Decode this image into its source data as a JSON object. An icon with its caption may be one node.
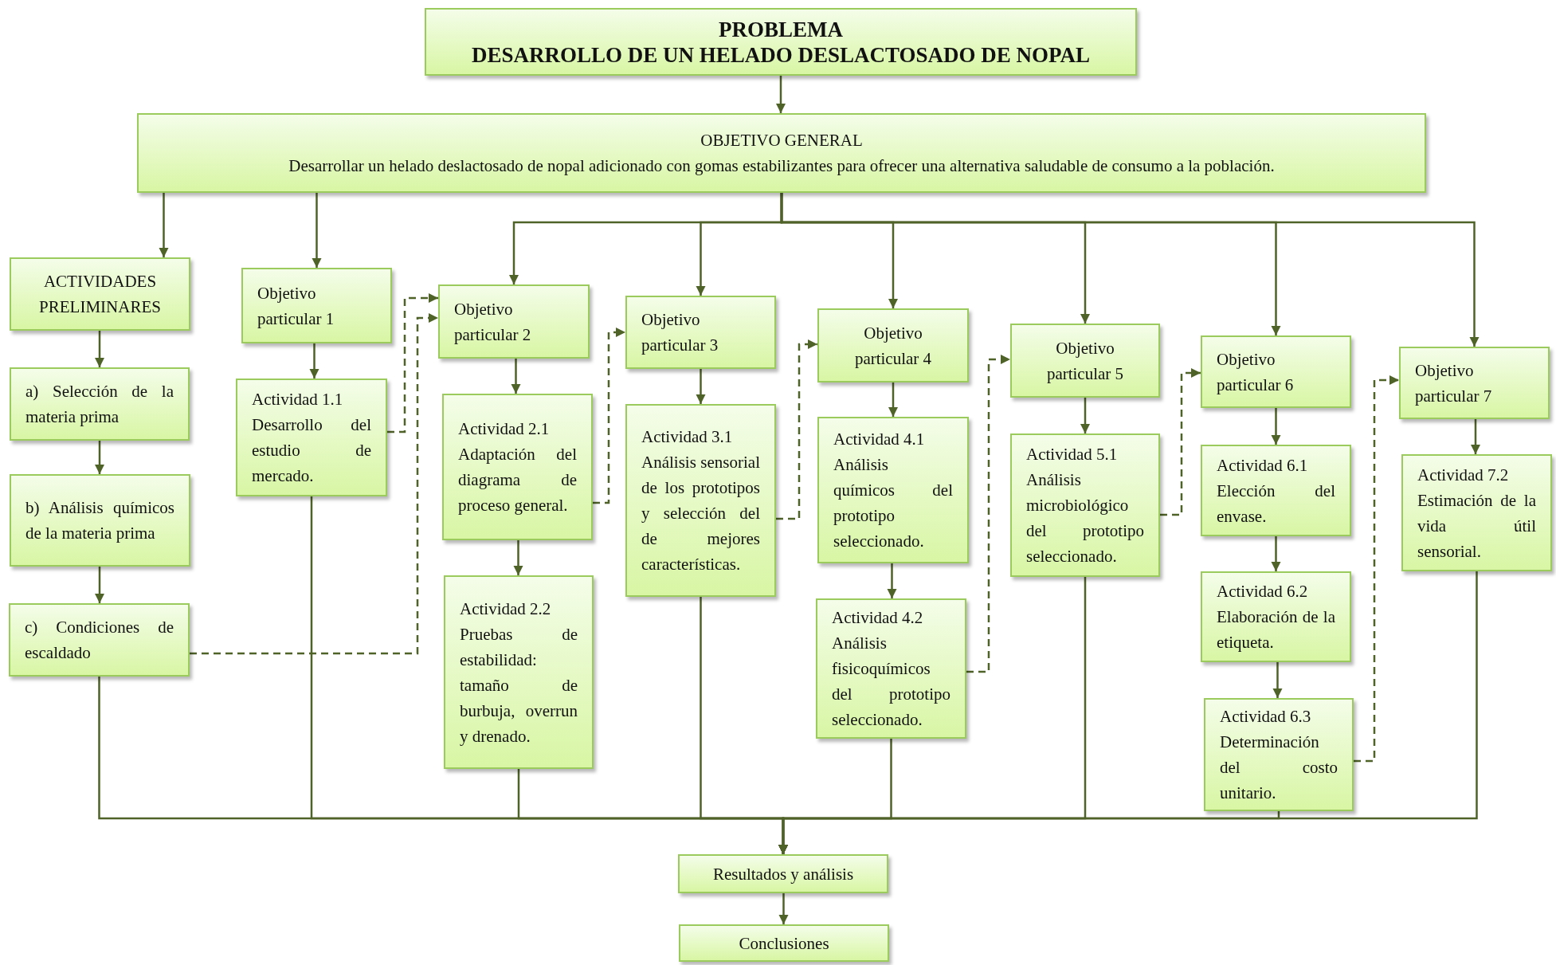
{
  "diagram": {
    "nodes": [
      {
        "text": [
          "PROBLEMA",
          "DESARROLLO DE UN HELADO DESLACTOSADO DE NOPAL"
        ]
      },
      {
        "text": [
          "OBJETIVO GENERAL",
          "Desarrollar un helado deslactosado de nopal adicionado con gomas estabilizantes para ofrecer una alternativa saludable de consumo a la población."
        ]
      },
      {
        "text": [
          "ACTIVIDADES PRELIMINARES"
        ]
      },
      {
        "text": [
          "a) Selección de la materia prima"
        ]
      },
      {
        "text": [
          "b) Análisis químicos de la materia prima"
        ]
      },
      {
        "text": [
          "c) Condiciones de escaldado"
        ]
      },
      {
        "text": [
          "Objetivo particular 1"
        ]
      },
      {
        "text": [
          "Actividad 1.1",
          "Desarrollo del estudio de mercado."
        ]
      },
      {
        "text": [
          "Objetivo particular 2"
        ]
      },
      {
        "text": [
          "Actividad 2.1",
          "Adaptación del diagrama de proceso general."
        ]
      },
      {
        "text": [
          "Actividad 2.2",
          "Pruebas de estabilidad: tamaño de burbuja, overrun y drenado."
        ]
      },
      {
        "text": [
          "Objetivo particular 3"
        ]
      },
      {
        "text": [
          "Actividad 3.1",
          "Análisis sensorial de los prototipos y selección del de mejores características."
        ]
      },
      {
        "text": [
          "Objetivo particular 4"
        ]
      },
      {
        "text": [
          "Actividad 4.1",
          "Análisis químicos del prototipo seleccionado."
        ]
      },
      {
        "text": [
          "Actividad 4.2",
          "Análisis fisicoquímicos del prototipo seleccionado."
        ]
      },
      {
        "text": [
          "Objetivo particular 5"
        ]
      },
      {
        "text": [
          "Actividad 5.1",
          "Análisis microbiológico del prototipo seleccionado."
        ]
      },
      {
        "text": [
          "Objetivo particular 6"
        ]
      },
      {
        "text": [
          "Actividad 6.1",
          "Elección del envase."
        ]
      },
      {
        "text": [
          "Actividad 6.2",
          "Elaboración de la etiqueta."
        ]
      },
      {
        "text": [
          "Actividad 6.3",
          "Determinación del costo unitario."
        ]
      },
      {
        "text": [
          "Objetivo particular 7"
        ]
      },
      {
        "text": [
          "Actividad 7.2",
          "Estimación de la vida útil sensorial."
        ]
      },
      {
        "text": [
          "Resultados y análisis"
        ]
      },
      {
        "text": [
          "Conclusiones"
        ]
      }
    ],
    "edges": [
      {
        "from": 0,
        "to": 1,
        "arrow": "to"
      },
      {
        "from": 1,
        "to": 2,
        "arrow": "to"
      },
      {
        "from": 1,
        "to": 6,
        "arrow": "to"
      },
      {
        "from": 1,
        "to": 8,
        "arrow": "to"
      },
      {
        "from": 1,
        "to": 11,
        "arrow": "to"
      },
      {
        "from": 1,
        "to": 13,
        "arrow": "to"
      },
      {
        "from": 1,
        "to": 16,
        "arrow": "to"
      },
      {
        "from": 1,
        "to": 18,
        "arrow": "to"
      },
      {
        "from": 1,
        "to": 22,
        "arrow": "to"
      },
      {
        "from": 2,
        "to": 3,
        "arrow": "to"
      },
      {
        "from": 3,
        "to": 4,
        "arrow": "to"
      },
      {
        "from": 4,
        "to": 5,
        "arrow": "to"
      },
      {
        "from": 6,
        "to": 7,
        "arrow": "to"
      },
      {
        "from": 8,
        "to": 9,
        "arrow": "to"
      },
      {
        "from": 9,
        "to": 10,
        "arrow": "to"
      },
      {
        "from": 11,
        "to": 12,
        "arrow": "to"
      },
      {
        "from": 13,
        "to": 14,
        "arrow": "to"
      },
      {
        "from": 14,
        "to": 15,
        "arrow": "to"
      },
      {
        "from": 16,
        "to": 17,
        "arrow": "to"
      },
      {
        "from": 18,
        "to": 19,
        "arrow": "to"
      },
      {
        "from": 19,
        "to": 20,
        "arrow": "to"
      },
      {
        "from": 20,
        "to": 21,
        "arrow": "to"
      },
      {
        "from": 22,
        "to": 23,
        "arrow": "to"
      },
      {
        "from": 7,
        "to": 8,
        "arrow": "to",
        "style": "dashed"
      },
      {
        "from": 5,
        "to": 8,
        "arrow": "to",
        "style": "dashed"
      },
      {
        "from": 9,
        "to": 11,
        "arrow": "to",
        "style": "dashed"
      },
      {
        "from": 12,
        "to": 13,
        "arrow": "to",
        "style": "dashed"
      },
      {
        "from": 15,
        "to": 16,
        "arrow": "to",
        "style": "dashed"
      },
      {
        "from": 17,
        "to": 18,
        "arrow": "to",
        "style": "dashed"
      },
      {
        "from": 21,
        "to": 22,
        "arrow": "to",
        "style": "dashed"
      },
      {
        "from": 5,
        "to": 24,
        "arrow": "to"
      },
      {
        "from": 7,
        "to": 24,
        "arrow": "to"
      },
      {
        "from": 10,
        "to": 24,
        "arrow": "to"
      },
      {
        "from": 12,
        "to": 24,
        "arrow": "to"
      },
      {
        "from": 15,
        "to": 24,
        "arrow": "to"
      },
      {
        "from": 17,
        "to": 24,
        "arrow": "to"
      },
      {
        "from": 21,
        "to": 24,
        "arrow": "to"
      },
      {
        "from": 23,
        "to": 24,
        "arrow": "to"
      },
      {
        "from": 24,
        "to": 25,
        "arrow": "to"
      }
    ]
  }
}
